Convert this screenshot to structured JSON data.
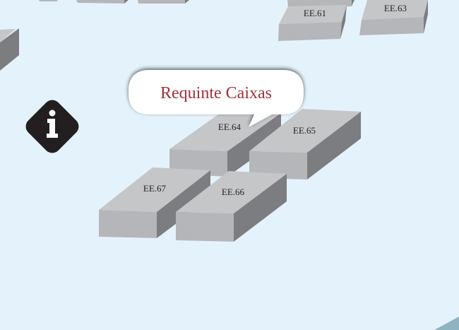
{
  "map": {
    "booths": [
      {
        "id": "EE.61"
      },
      {
        "id": "EE.63"
      },
      {
        "id": "EE.64"
      },
      {
        "id": "EE.65"
      },
      {
        "id": "EE.66"
      },
      {
        "id": "EE.67"
      }
    ],
    "callout": {
      "label": "Requinte Caixas",
      "color": "#a0323c"
    },
    "info_icon": "info-icon",
    "background": "#e4f3fb"
  }
}
